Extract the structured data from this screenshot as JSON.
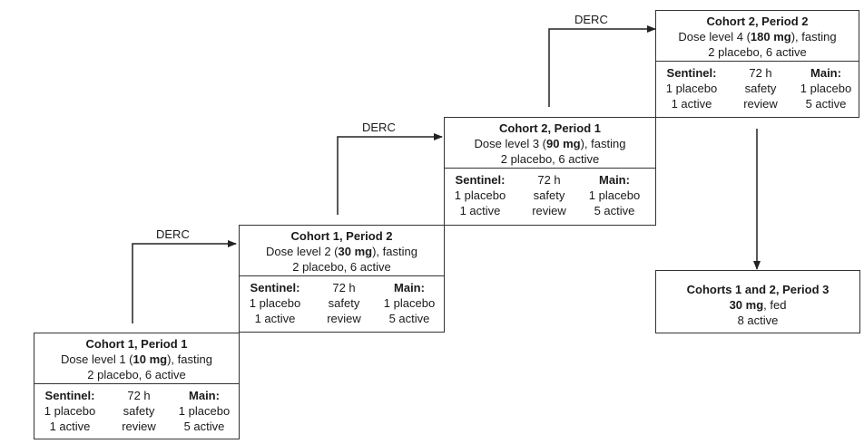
{
  "connector_label": "DERC",
  "sub_labels": {
    "sentinel": "Sentinel:",
    "review_top": "72 h",
    "review_mid": "safety",
    "review_bot": "review",
    "main": "Main:"
  },
  "cohorts": [
    {
      "title": "Cohort 1, Period 1",
      "dose_prefix": "Dose level 1 (",
      "dose_bold": "10 mg",
      "dose_suffix": "), fasting",
      "allocation": "2 placebo, 6 active",
      "sentinel_line1": "1 placebo",
      "sentinel_line2": "1 active",
      "main_line1": "1 placebo",
      "main_line2": "5 active"
    },
    {
      "title": "Cohort 1, Period 2",
      "dose_prefix": "Dose level 2 (",
      "dose_bold": "30 mg",
      "dose_suffix": "), fasting",
      "allocation": "2 placebo, 6 active",
      "sentinel_line1": "1 placebo",
      "sentinel_line2": "1 active",
      "main_line1": "1 placebo",
      "main_line2": "5 active"
    },
    {
      "title": "Cohort 2, Period 1",
      "dose_prefix": "Dose level 3 (",
      "dose_bold": "90 mg",
      "dose_suffix": "), fasting",
      "allocation": "2 placebo, 6 active",
      "sentinel_line1": "1 placebo",
      "sentinel_line2": "1 active",
      "main_line1": "1 placebo",
      "main_line2": "5 active"
    },
    {
      "title": "Cohort 2, Period 2",
      "dose_prefix": "Dose level 4 (",
      "dose_bold": "180 mg",
      "dose_suffix": "), fasting",
      "allocation": "2 placebo, 6 active",
      "sentinel_line1": "1 placebo",
      "sentinel_line2": "1 active",
      "main_line1": "1 placebo",
      "main_line2": "5 active"
    }
  ],
  "final": {
    "title": "Cohorts 1 and 2, Period 3",
    "dose_bold": "30 mg",
    "dose_suffix": ", fed",
    "allocation": "8 active"
  }
}
